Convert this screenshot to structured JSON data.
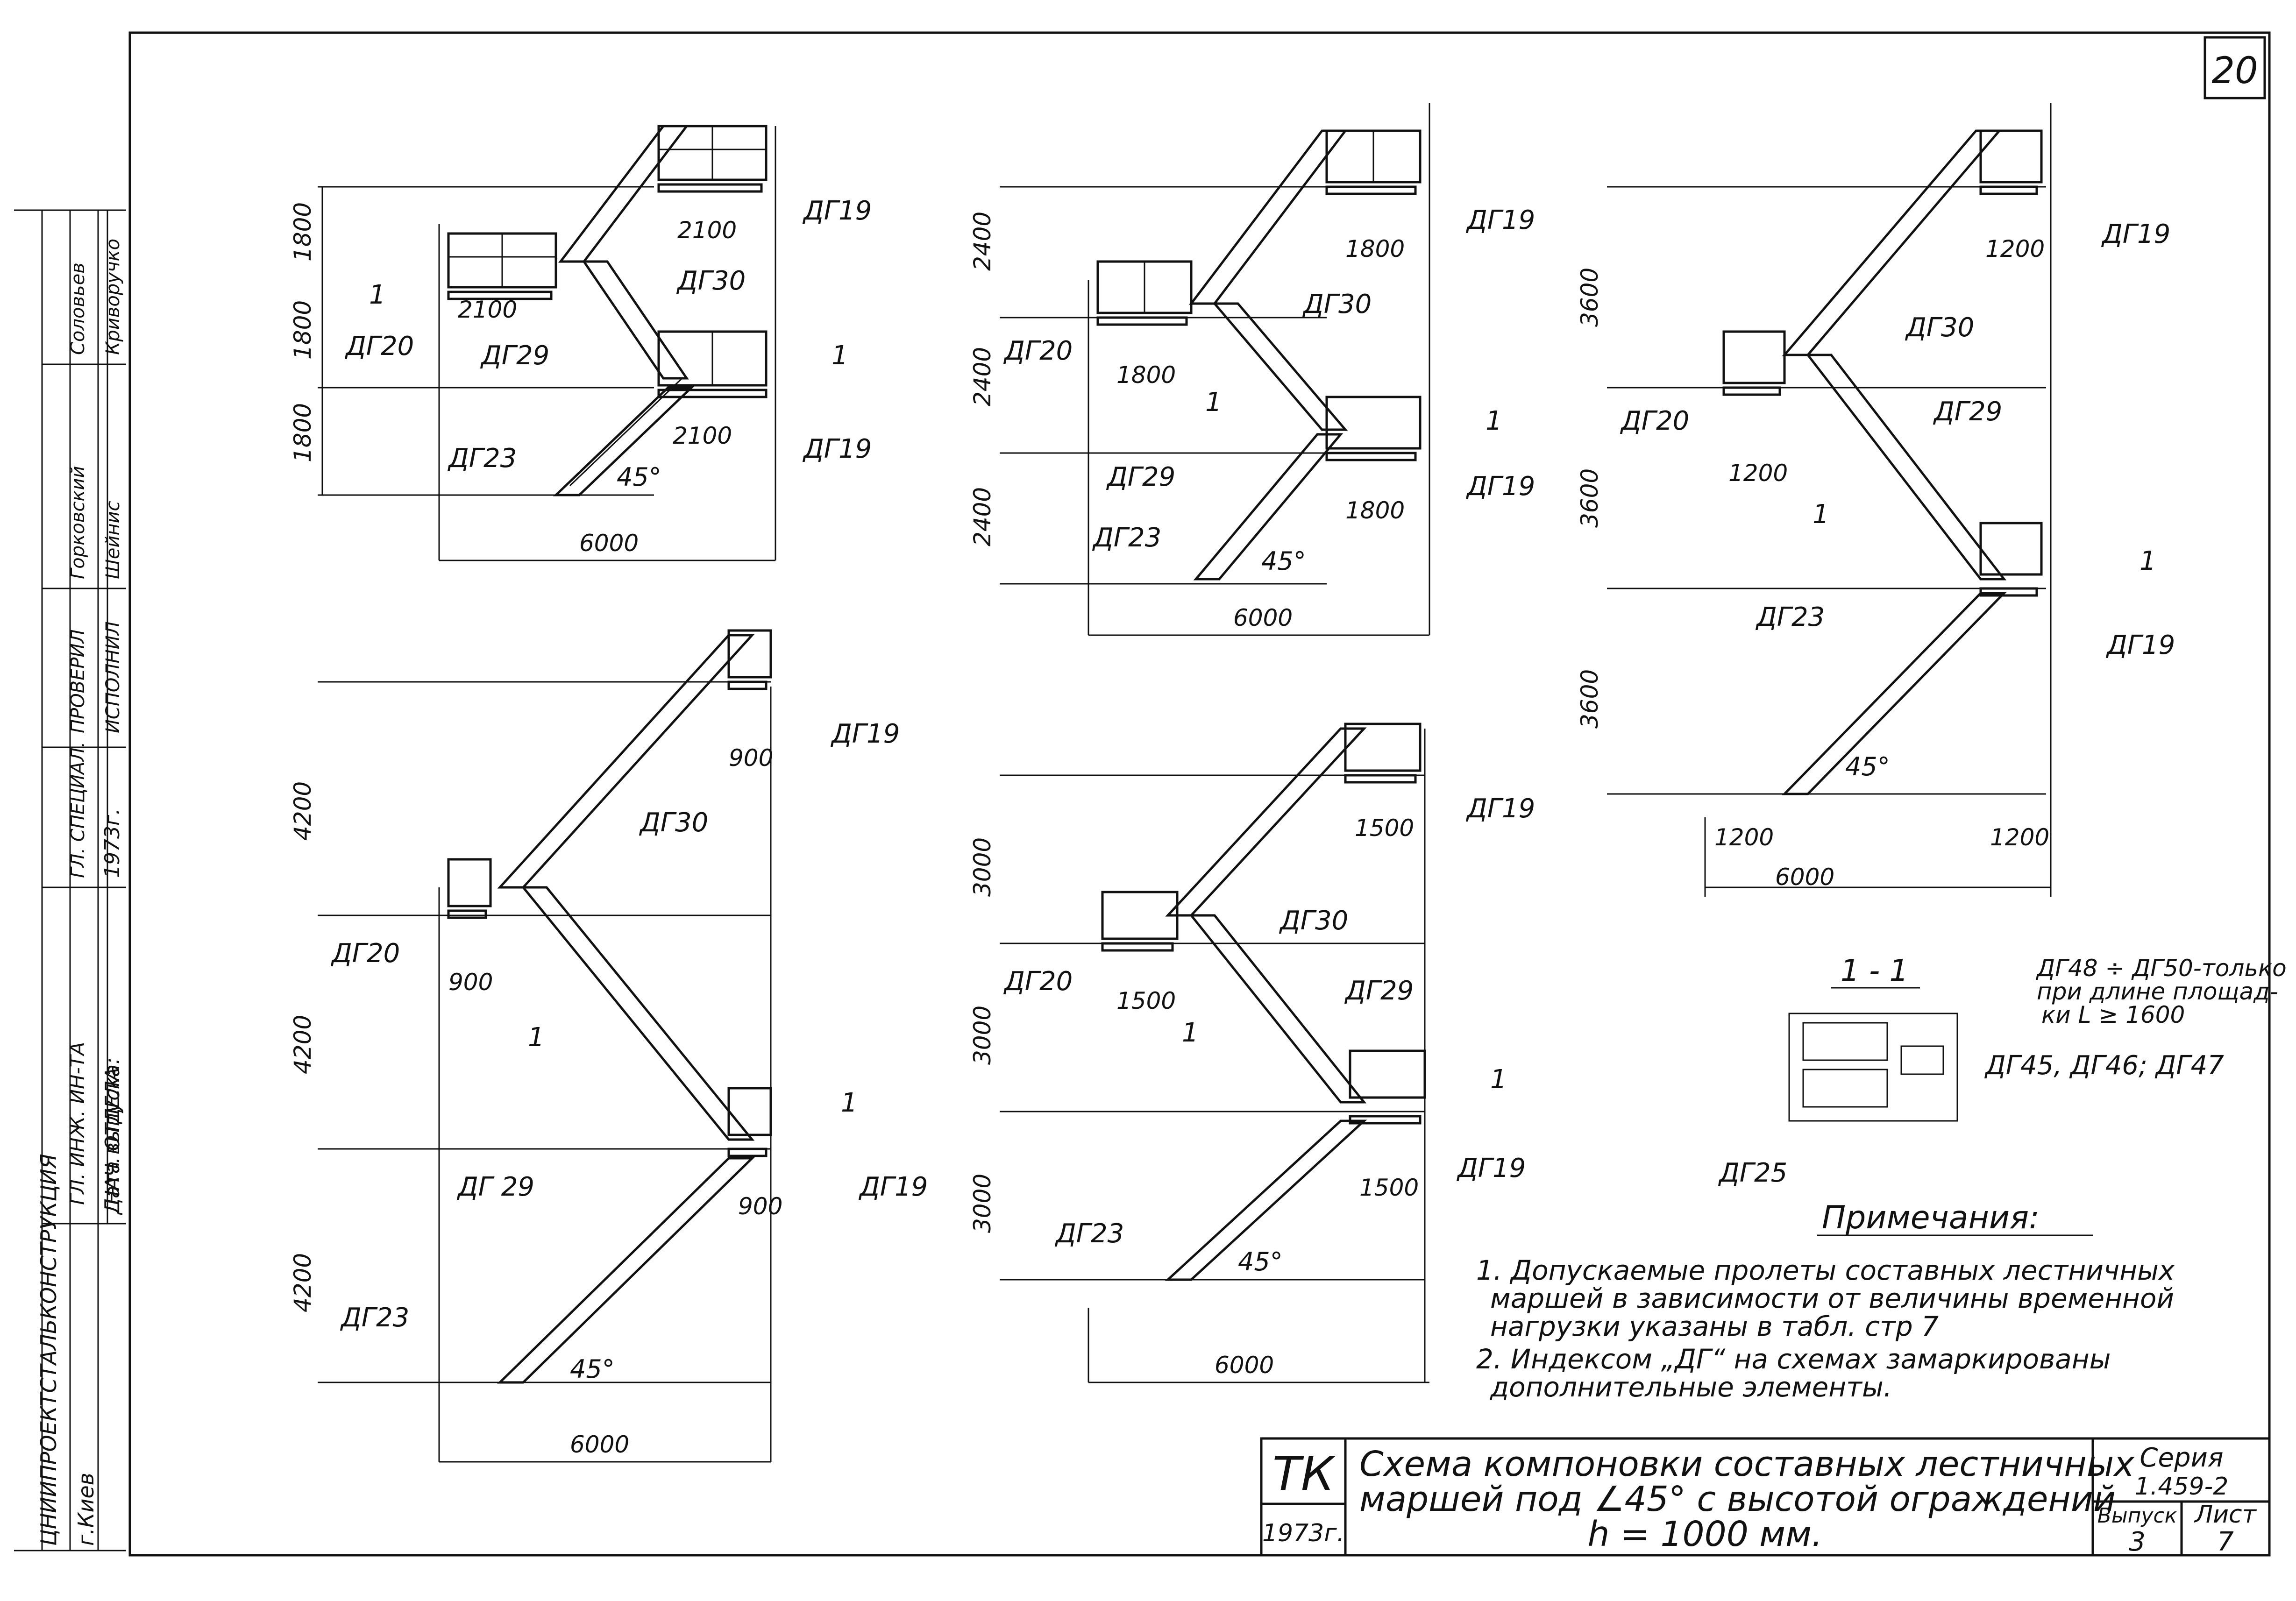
{
  "sheet_number": "20",
  "diagrams": [
    {
      "id": "d1",
      "width_label": "6000",
      "heights": [
        "1800",
        "1800",
        "1800"
      ],
      "landing_widths": [
        "2100",
        "2100",
        "2100"
      ],
      "labels": {
        "top": "ДГ19",
        "middle": "ДГ30",
        "left": "ДГ20",
        "rail": "ДГ29",
        "bottom": "ДГ19",
        "stair": "ДГ23"
      },
      "angle": "45°",
      "section_mark": "1",
      "section_mark_right": "1"
    },
    {
      "id": "d2",
      "width_label": "6000",
      "heights": [
        "2400",
        "2400",
        "2400"
      ],
      "landing_widths": [
        "1800",
        "1800",
        "1800"
      ],
      "labels": {
        "top": "ДГ19",
        "middle": "ДГ30",
        "left": "ДГ20",
        "rail": "ДГ29",
        "bottom": "ДГ19",
        "stair": "ДГ23"
      },
      "angle": "45°",
      "section_mark": "1",
      "section_mark_right": "1"
    },
    {
      "id": "d3",
      "width_label": "6000",
      "heights": [
        "3600",
        "3600",
        "3600"
      ],
      "landing_widths": [
        "1200",
        "1200",
        "1200"
      ],
      "bottom_widths": [
        "1200",
        "1200"
      ],
      "labels": {
        "top": "ДГ19",
        "middle": "ДГ30",
        "left": "ДГ20",
        "rail": "ДГ29",
        "bottom": "ДГ19",
        "stair": "ДГ23"
      },
      "angle": "45°",
      "section_mark": "1",
      "section_mark_right": "1"
    },
    {
      "id": "d4",
      "width_label": "6000",
      "heights": [
        "4200",
        "4200",
        "4200"
      ],
      "landing_widths": [
        "900",
        "900",
        "900"
      ],
      "labels": {
        "top": "ДГ19",
        "middle": "ДГ30",
        "left": "ДГ20",
        "rail": "ДГ 29",
        "bottom": "ДГ19",
        "stair": "ДГ23"
      },
      "angle": "45°",
      "section_mark": "1",
      "section_mark_right": "1"
    },
    {
      "id": "d5",
      "width_label": "6000",
      "heights": [
        "3000",
        "3000",
        "3000"
      ],
      "landing_widths": [
        "1500",
        "1500",
        "1500"
      ],
      "labels": {
        "top": "ДГ19",
        "middle": "ДГ30",
        "left": "ДГ20",
        "rail": "ДГ29",
        "bottom": "ДГ19",
        "stair": "ДГ23"
      },
      "angle": "45°",
      "section_mark": "1",
      "section_mark_right": "1"
    }
  ],
  "section": {
    "title": "1 - 1",
    "note_line1": "ДГ48 ÷ ДГ50-только",
    "note_line2": "при длине площад-",
    "note_line3": "ки L ≥ 1600",
    "label_right": "ДГ45, ДГ46; ДГ47",
    "label_bottom": "ДГ25"
  },
  "notes": {
    "title": "Примечания:",
    "line1": "1. Допускаемые пролеты составных лестничных",
    "line2": "маршей в зависимости от величины временной",
    "line3": "нагрузки указаны в табл. стр 7",
    "line4": "2. Индексом „ДГ“ на схемах замаркированы",
    "line5": "дополнительные элементы."
  },
  "title_block": {
    "code": "ТК",
    "year": "1973г.",
    "title_line1": "Схема компоновки составных лестничных",
    "title_line2": "маршей под ∠45° с высотой ограждений",
    "title_line3": "h = 1000 мм.",
    "series_label": "Серия",
    "series_value": "1.459-2",
    "issue_label": "Выпуск",
    "issue_value": "3",
    "sheet_label": "Лист",
    "sheet_value": "7"
  },
  "side_stamp": {
    "org_line1": "ЦНИИПРОЕКТСТАЛЬКОНСТРУКЦИЯ",
    "org_line2": "ГЛ. ИНЖ. ИН-ТА",
    "org_line3": "НАЧ. ОТДЕЛА",
    "org_line4": "ГЛ. СПЕЦИАЛ.",
    "org_line5": "ПРОВЕРИЛ",
    "org_line6": "ИСПОЛНИЛ",
    "city": "г.Киев",
    "date_label": "Дата выпуска:",
    "date_value": "1973г.",
    "name1": "Шейнис",
    "name2": "Горковский",
    "name3": "Соловьев",
    "name4": "Криворучко"
  }
}
